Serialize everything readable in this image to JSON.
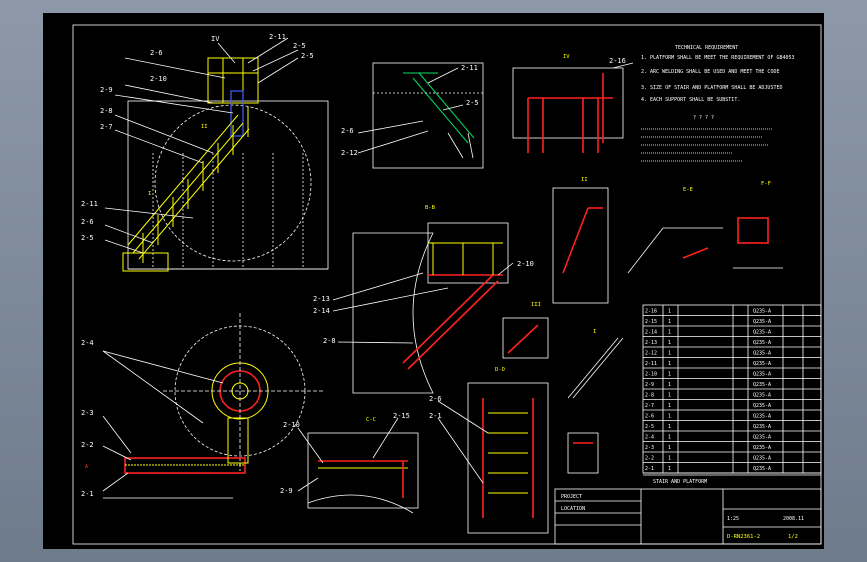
{
  "drawing": {
    "leader_labels_left": [
      "2-6",
      "2-10",
      "2-9",
      "2-8",
      "2-7",
      "2-11",
      "2-6",
      "2-5"
    ],
    "leader_labels_top": [
      "IV",
      "2-11",
      "2-5",
      "2-5"
    ],
    "leader_labels_mid": [
      "2-11",
      "2-5",
      "2-6",
      "2-12"
    ],
    "leader_labels_section": [
      "2-13",
      "2-14",
      "2-8",
      "2-10"
    ],
    "leader_labels_plan": [
      "2-4",
      "2-3",
      "2-2",
      "2-1"
    ],
    "leader_labels_bottom": [
      "2-10",
      "2-9",
      "2-15",
      "2-6",
      "2-1"
    ],
    "leader_label_top_right": "2-16",
    "section_ids": [
      "IV",
      "B-B",
      "II",
      "III",
      "I",
      "E-E",
      "F-F",
      "D-D",
      "C-C",
      "A"
    ],
    "notes_title": "TECHNICAL REQUIREMENT",
    "notes": [
      "1. PLATFORM SHALL BE MEET THE REQUIREMENT OF GB4053",
      "2. ARC WELDING SHALL BE USED AND MEET THE CODE",
      "3. SIZE OF STAIR AND PLATFORM SHALL BE ADJUSTED",
      "4. EACH SUPPORT SHALL BE SUBSTIT."
    ],
    "notes_cn_title": "? ? ? ?",
    "bom_rows": [
      {
        "item": "2-16",
        "qty": "1",
        "mat": "Q235-A"
      },
      {
        "item": "2-15",
        "qty": "1",
        "mat": "Q235-A"
      },
      {
        "item": "2-14",
        "qty": "1",
        "mat": "Q235-A"
      },
      {
        "item": "2-13",
        "qty": "1",
        "mat": "Q235-A"
      },
      {
        "item": "2-12",
        "qty": "1",
        "mat": "Q235-A"
      },
      {
        "item": "2-11",
        "qty": "1",
        "mat": "Q235-A"
      },
      {
        "item": "2-10",
        "qty": "1",
        "mat": "Q235-A"
      },
      {
        "item": "2-9",
        "qty": "1",
        "mat": "Q235-A"
      },
      {
        "item": "2-8",
        "qty": "1",
        "mat": "Q235-A"
      },
      {
        "item": "2-7",
        "qty": "1",
        "mat": "Q235-A"
      },
      {
        "item": "2-6",
        "qty": "1",
        "mat": "Q235-A"
      },
      {
        "item": "2-5",
        "qty": "1",
        "mat": "Q235-A"
      },
      {
        "item": "2-4",
        "qty": "1",
        "mat": "Q235-A"
      },
      {
        "item": "2-3",
        "qty": "1",
        "mat": "Q235-A"
      },
      {
        "item": "2-2",
        "qty": "1",
        "mat": "Q235-A"
      },
      {
        "item": "2-1",
        "qty": "1",
        "mat": "Q235-A"
      }
    ],
    "title_block": {
      "name": "STAIR AND PLATFORM",
      "project": "PROJECT",
      "location": "LOCATION",
      "dwg_no": "D-RN2361-2",
      "sheet": "1/2",
      "scale": "1:25",
      "year": "2008.11"
    }
  },
  "colors": {
    "line": "#ffff00",
    "dim": "#ffffff",
    "member": "#ff2020",
    "frame_bg": "#7a8696"
  }
}
